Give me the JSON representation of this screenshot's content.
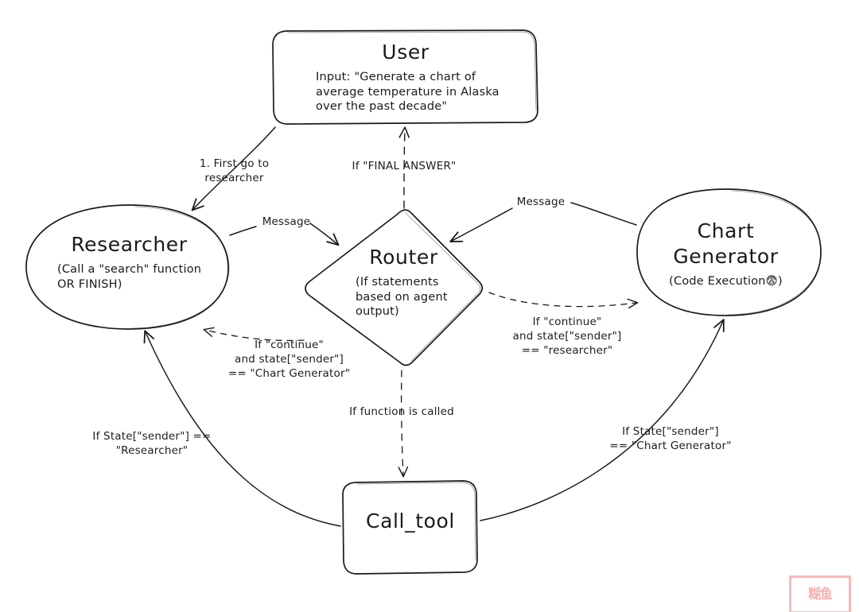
{
  "diagram": {
    "title": "Multi-agent LangGraph routing diagram",
    "style": "hand-drawn sketch",
    "background_color": "#ffffff",
    "ink_color": "#1a1a1a"
  },
  "nodes": {
    "user": {
      "shape": "rounded-rectangle",
      "title": "User",
      "subtitle": "Input: \"Generate a chart of\naverage temperature in Alaska\nover the past decade\""
    },
    "researcher": {
      "shape": "ellipse",
      "title": "Researcher",
      "subtitle": "(Call a \"search\" function\nOR FINISH)"
    },
    "router": {
      "shape": "diamond",
      "title": "Router",
      "subtitle": "(If statements\nbased on agent\noutput)"
    },
    "chart_generator": {
      "shape": "ellipse",
      "title": "Chart\nGenerator",
      "subtitle": "(Code Execution😨)"
    },
    "call_tool": {
      "shape": "rounded-rectangle",
      "title": "Call_tool"
    }
  },
  "edges": [
    {
      "id": "user-to-researcher",
      "from": "user",
      "to": "researcher",
      "line": "solid",
      "label": "1. First go to\nresearcher"
    },
    {
      "id": "router-to-user",
      "from": "router",
      "to": "user",
      "line": "dashed",
      "label": "If \"FINAL ANSWER\""
    },
    {
      "id": "researcher-to-router",
      "from": "researcher",
      "to": "router",
      "line": "solid",
      "label": "Message"
    },
    {
      "id": "chartgen-to-router",
      "from": "chart_generator",
      "to": "router",
      "line": "solid",
      "label": "Message"
    },
    {
      "id": "router-to-researcher",
      "from": "router",
      "to": "researcher",
      "line": "dashed",
      "label": "If \"continue\"\nand state[\"sender\"]\n== \"Chart Generator\""
    },
    {
      "id": "router-to-chartgen",
      "from": "router",
      "to": "chart_generator",
      "line": "dashed",
      "label": "If \"continue\"\nand state[\"sender\"]\n== \"researcher\""
    },
    {
      "id": "router-to-calltool",
      "from": "router",
      "to": "call_tool",
      "line": "dashed",
      "label": "If function is called"
    },
    {
      "id": "calltool-to-researcher",
      "from": "call_tool",
      "to": "researcher",
      "line": "solid",
      "label": "If State[\"sender\"] ==\n\"Researcher\""
    },
    {
      "id": "calltool-to-chartgen",
      "from": "call_tool",
      "to": "chart_generator",
      "line": "solid",
      "label": "If State[\"sender\"]\n== \"Chart Generator\""
    }
  ],
  "watermark": {
    "text": "糊鱼",
    "color": "#f7b0b0"
  }
}
